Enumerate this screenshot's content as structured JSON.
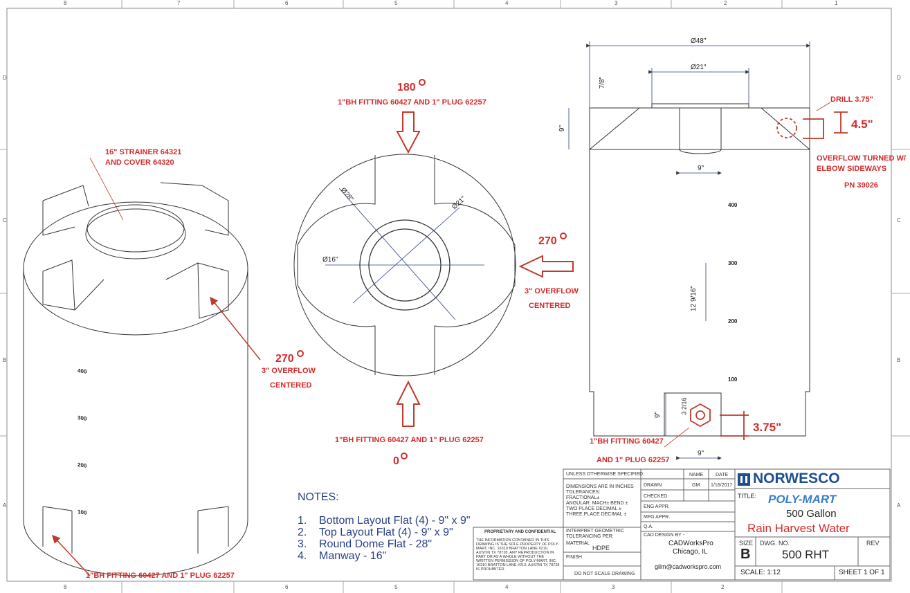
{
  "border": {
    "columns": [
      "8",
      "7",
      "6",
      "5",
      "4",
      "3",
      "2",
      "1"
    ],
    "rows": [
      "D",
      "C",
      "B",
      "A"
    ]
  },
  "iso": {
    "strainer_line1": "16\" STRAINER   64321",
    "strainer_line2": "AND COVER      64320",
    "overflow_deg": "270",
    "overflow_line1": "3\" OVERFLOW",
    "overflow_line2": "CENTERED",
    "fitting_label": "1\"BH FITTING 60427 AND 1\" PLUG 62257",
    "marks": [
      "400",
      "300",
      "200",
      "100"
    ]
  },
  "top": {
    "deg_top": "180",
    "fitting_top": "1\"BH FITTING 60427 AND 1\" PLUG 62257",
    "deg_right": "270",
    "overflow_line1": "3\" OVERFLOW",
    "overflow_line2": "CENTERED",
    "fitting_bottom": "1\"BH FITTING 60427 AND 1\" PLUG 62257",
    "deg_bottom": "0",
    "dim_28": "Ø28\"",
    "dim_21": "Ø21\"",
    "dim_16": "Ø16\""
  },
  "side": {
    "dim_48": "Ø48\"",
    "dim_21": "Ø21\"",
    "dim_7_8": "7/8\"",
    "dim_9_top": "9\"",
    "dim_9_dome": "9\"",
    "drill": "DRILL 3.75\"",
    "dim_45": "4.5\"",
    "overflow_line1": "OVERFLOW TURNED W/",
    "overflow_line2": "ELBOW SIDEWAYS",
    "pn": "PN 39026",
    "marks": [
      "400",
      "300",
      "200",
      "100"
    ],
    "dim_mid": "12 9/16\"",
    "dim_9_bottom": "9\"",
    "dim_3_16": "3 2/16",
    "dim_375": "3.75\"",
    "fitting_line1": "1\"BH FITTING 60427",
    "fitting_line2": "AND 1\" PLUG 62257",
    "dim_9_base": "9\""
  },
  "notes": {
    "heading": "NOTES:",
    "items": [
      {
        "num": "1.",
        "text": "Bottom Layout Flat (4) - 9\" x 9\""
      },
      {
        "num": "2.",
        "text": "Top Layout Flat (4) - 9\" x 9\""
      },
      {
        "num": "3.",
        "text": "Round Dome Flat - 28\""
      },
      {
        "num": "4.",
        "text": "Manway - 16\""
      }
    ]
  },
  "proprietary": {
    "title": "PROPRIETARY AND CONFIDENTIAL",
    "body": "THE INFORMATION CONTAINED IN THIS DRAWING IS THE SOLE PROPERTY OF POLY-MART, INC. 16310 BRATTON LANE #210, AUSTIN TX 78728. ANY REPRODUCTION IN PART OR AS A WHOLE WITHOUT THE WRITTEN PERMISSION OF POLY-MART, INC. 16310 BRATTON LANE #210, AUSTIN TX 78728 IS PROHIBITED."
  },
  "titleblock": {
    "unless": "UNLESS OTHERWISE SPECIFIED:",
    "name_h": "NAME",
    "date_h": "DATE",
    "dims_note": "DIMENSIONS ARE IN INCHES",
    "tolerances": "TOLERANCES:",
    "fractional": "FRACTIONAL±",
    "angular": "ANGULAR: MACH±   BEND ±",
    "two_place": "TWO PLACE DECIMAL   ±",
    "three_place": "THREE PLACE DECIMAL  ±",
    "interpret": "INTERPRET GEOMETRIC",
    "tolerancing": "TOLERANCING PER:",
    "material_h": "MATERIAL",
    "material": "HDPE",
    "finish_h": "FINISH",
    "do_not_scale": "DO NOT SCALE DRAWING",
    "drawn": "DRAWN",
    "drawn_name": "GM",
    "drawn_date": "1/16/2017",
    "checked": "CHECKED",
    "eng_appr": "ENG APPR.",
    "mfg_appr": "MFG APPR.",
    "qa": "Q.A.",
    "cad_design": "CAD DESIGN BY -",
    "cad_name": "CADWorksPro",
    "cad_city": "Chicago, IL",
    "cad_email": "gilm@cadworkspro.com",
    "logo1": "NORWESCO",
    "title_h": "TITLE:",
    "logo2": "POLY-MART",
    "title1": "500 Gallon",
    "title2": "Rain Harvest Water",
    "size_h": "SIZE",
    "size": "B",
    "dwg_h": "DWG.  NO.",
    "dwg": "500 RHT",
    "rev_h": "REV",
    "scale": "SCALE: 1:12",
    "sheet": "SHEET 1 OF 1"
  },
  "colors": {
    "annotation": "#d42a2a",
    "notes": "#2a3f86",
    "logo": "#1d4f8f"
  }
}
